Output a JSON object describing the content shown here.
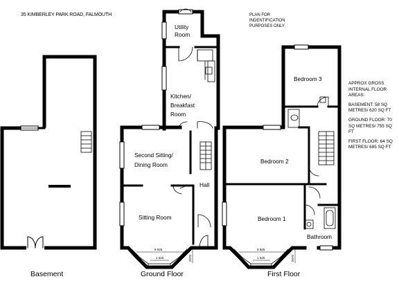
{
  "header": {
    "address": "35 KIMBERLEY PARK ROAD, FALMOUTH",
    "disclaimer": "PLAN FOR\nINDENTIFICATION\nPURPOSES ONLY"
  },
  "areas": {
    "title": "APPROX GROSS INTERNAL FLOOR AREAS:",
    "basement": "BASEMENT: 58 SQ METRES/ 620 SQ FT",
    "ground": "GROUND FLOOR: 70 SQ METRES/ 755 SQ FT",
    "first": "FIRST FLOOR: 64 SQ METRES/ 685 SQ FT"
  },
  "floors": {
    "basement": {
      "caption": "Basement"
    },
    "ground": {
      "caption": "Ground Floor",
      "rooms": {
        "utility": "Utility\nRoom",
        "kitchen": "Kitchen/\nBreakfast\nRoom",
        "second_sitting": "Second Sitting/\nDining Room",
        "hall": "Hall",
        "sitting": "Sitting Room"
      }
    },
    "first": {
      "caption": "First Floor",
      "rooms": {
        "bedroom3": "Bedroom 3",
        "bedroom2": "Bedroom 2",
        "bedroom1": "Bedroom 1",
        "bathroom": "Bathroom"
      }
    }
  },
  "dimensions": {
    "ground_bay_outer": "9 925",
    "ground_bay_inner": "1 525",
    "ground_side": "2070",
    "first_bay_outer": "9 925",
    "first_bay_inner": "1 525",
    "first_side": "2070"
  }
}
